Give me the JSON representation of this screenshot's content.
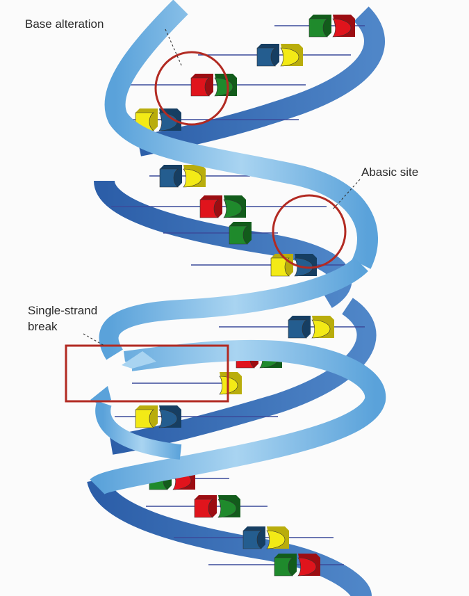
{
  "labels": {
    "base_alteration": "Base alteration",
    "abasic_site": "Abasic site",
    "single_strand_line1": "Single-strand",
    "single_strand_line2": "break"
  },
  "colors": {
    "backbone_light": "#8fc3ea",
    "backbone_mid": "#5aa2da",
    "backbone_dark": "#2c5ea8",
    "highlight_red": "#b22a22",
    "base_red": "#e0141c",
    "base_green": "#1f8a2c",
    "base_blue": "#245d8f",
    "base_yellow": "#f3ea16"
  },
  "base_pairs": [
    {
      "left": "green",
      "right": "red"
    },
    {
      "left": "blue",
      "right": "yellow"
    },
    {
      "left": "red",
      "right": "green",
      "altered": true
    },
    {
      "left": "yellow",
      "right": "blue"
    },
    {
      "left": "blue",
      "right": "yellow"
    },
    {
      "left": "red",
      "right": "green"
    },
    {
      "left": "green",
      "right": "none",
      "abasic": true
    },
    {
      "left": "yellow",
      "right": "blue"
    },
    {
      "left": "blue",
      "right": "yellow"
    },
    {
      "left": "red",
      "right": "green"
    },
    {
      "left": "none",
      "right": "yellow",
      "break": true
    },
    {
      "left": "yellow",
      "right": "blue"
    },
    {
      "left": "green",
      "right": "red"
    },
    {
      "left": "red",
      "right": "green"
    },
    {
      "left": "blue",
      "right": "yellow"
    },
    {
      "left": "green",
      "right": "red"
    }
  ]
}
